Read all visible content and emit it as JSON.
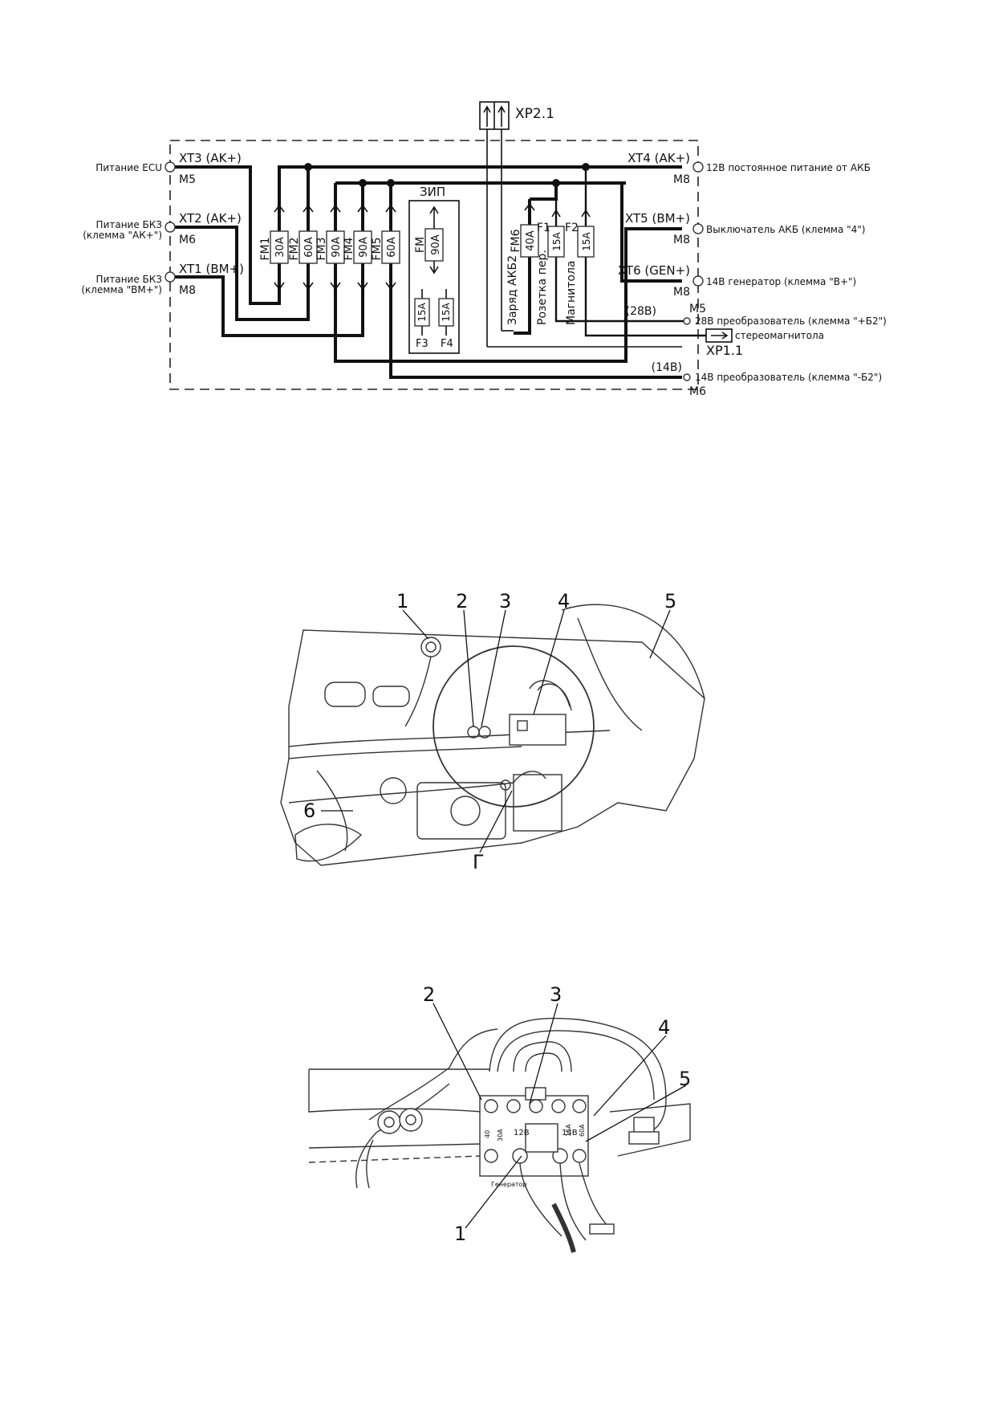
{
  "schematic": {
    "connector_top": "XP2.1",
    "connector_right": "XP1.1",
    "spares_box": {
      "title": "ЗИП",
      "fuse_fm": "FM",
      "fuse_fm_rating": "90A",
      "fuse_f3_rating": "15A",
      "fuse_f4_rating": "15A",
      "label_f3": "F3",
      "label_f4": "F4"
    },
    "left_terminals": [
      {
        "id": "XT3 (AK+)",
        "stud": "M5",
        "signal": "Питание ECU"
      },
      {
        "id": "XT2 (AK+)",
        "stud": "M6",
        "signal_line1": "Питание БКЗ",
        "signal_line2": "(клемма \"АК+\")"
      },
      {
        "id": "XT1 (BM+)",
        "stud": "M8",
        "signal_line1": "Питание БКЗ",
        "signal_line2": "(клемма \"ВМ+\")"
      }
    ],
    "right_terminals": [
      {
        "id": "XT4 (AK+)",
        "stud": "M8",
        "signal": "12В постоянное питание от АКБ"
      },
      {
        "id": "XT5 (BM+)",
        "stud": "M8",
        "signal": "Выключатель АКБ (клемма \"4\")"
      },
      {
        "id": "XT6 (GEN+)",
        "stud": "M8",
        "signal": "14В генератор (клемма \"В+\")"
      }
    ],
    "outputs": {
      "v28_tag": "(28В)",
      "v28_stud": "M5",
      "v28_signal": "28В преобразователь (клемма \"+Б2\")",
      "stereo": "стереомагнитола",
      "v14_tag": "(14В)",
      "v14_stud": "M6",
      "v14_signal": "14В преобразователь (клемма \"-Б2\")"
    },
    "fuses": [
      {
        "name": "FM1",
        "rating": "30A"
      },
      {
        "name": "FM2",
        "rating": "60A"
      },
      {
        "name": "FM3",
        "rating": "90A"
      },
      {
        "name": "FM4",
        "rating": "90A"
      },
      {
        "name": "FM5",
        "rating": "60A"
      },
      {
        "name": "FM6",
        "rating": "40A"
      },
      {
        "name": "F1",
        "rating": "15A"
      },
      {
        "name": "F2",
        "rating": "15A"
      }
    ],
    "branch_labels": {
      "charge": "Заряд АКБ2",
      "socket": "Розетка пер.",
      "radio": "Магнитола"
    }
  },
  "figure_middle": {
    "callouts": [
      "1",
      "2",
      "3",
      "4",
      "5",
      "6",
      "Г"
    ]
  },
  "figure_bottom": {
    "callouts": [
      "2",
      "3",
      "4",
      "5",
      "1"
    ],
    "block_labels": {
      "v12": "12В",
      "v14": "14В",
      "gen": "Генератор",
      "fuse_a": "40",
      "fuse_b": "30A",
      "fuse_c": "15A",
      "fuse_d": "60A"
    }
  }
}
